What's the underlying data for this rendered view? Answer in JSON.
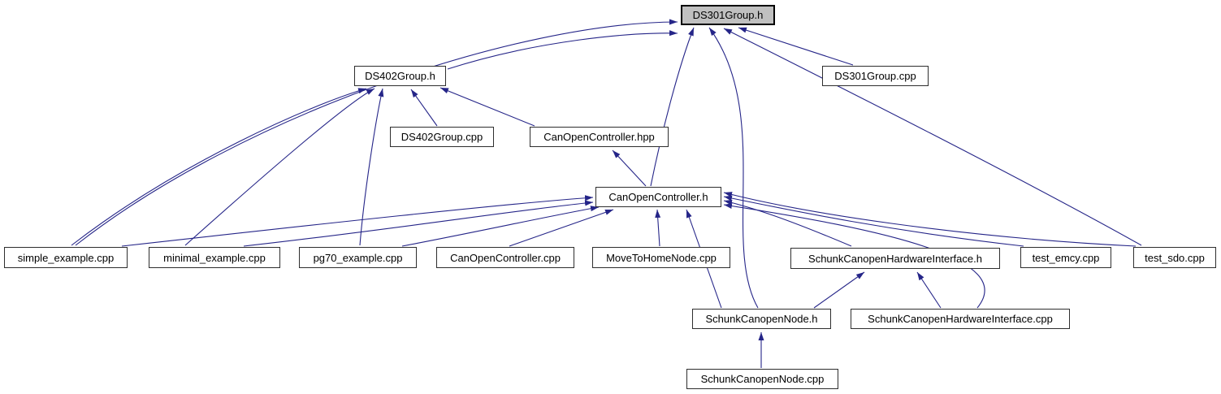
{
  "diagram": {
    "type": "include-dependency-graph",
    "root_file": "DS301Group.h",
    "colors": {
      "edge": "#252588",
      "node_fill": "#ffffff",
      "node_border": "#2e2e2e",
      "root_fill": "#c0c0c0",
      "root_border": "#000000",
      "background": "#ffffff",
      "text": "#000000"
    },
    "nodes": [
      {
        "id": "ds301group_h",
        "label": "DS301Group.h",
        "highlighted": true
      },
      {
        "id": "ds402group_h",
        "label": "DS402Group.h",
        "highlighted": false
      },
      {
        "id": "ds301group_cpp",
        "label": "DS301Group.cpp",
        "highlighted": false
      },
      {
        "id": "ds402group_cpp",
        "label": "DS402Group.cpp",
        "highlighted": false
      },
      {
        "id": "canopencontroller_hpp",
        "label": "CanOpenController.hpp",
        "highlighted": false
      },
      {
        "id": "canopencontroller_h",
        "label": "CanOpenController.h",
        "highlighted": false
      },
      {
        "id": "simple_example_cpp",
        "label": "simple_example.cpp",
        "highlighted": false
      },
      {
        "id": "minimal_example_cpp",
        "label": "minimal_example.cpp",
        "highlighted": false
      },
      {
        "id": "pg70_example_cpp",
        "label": "pg70_example.cpp",
        "highlighted": false
      },
      {
        "id": "canopencontroller_cpp",
        "label": "CanOpenController.cpp",
        "highlighted": false
      },
      {
        "id": "movetohomenode_cpp",
        "label": "MoveToHomeNode.cpp",
        "highlighted": false
      },
      {
        "id": "schunkcanopenhardwareinterface_h",
        "label": "SchunkCanopenHardwareInterface.h",
        "highlighted": false
      },
      {
        "id": "test_emcy_cpp",
        "label": "test_emcy.cpp",
        "highlighted": false
      },
      {
        "id": "test_sdo_cpp",
        "label": "test_sdo.cpp",
        "highlighted": false
      },
      {
        "id": "schunkcanopennode_h",
        "label": "SchunkCanopenNode.h",
        "highlighted": false
      },
      {
        "id": "schunkcanopenhardwareinterface_cpp",
        "label": "SchunkCanopenHardwareInterface.cpp",
        "highlighted": false
      },
      {
        "id": "schunkcanopennode_cpp",
        "label": "SchunkCanopenNode.cpp",
        "highlighted": false
      }
    ],
    "edges": [
      {
        "from": "ds402group_h",
        "to": "ds301group_h"
      },
      {
        "from": "simple_example_cpp",
        "to": "ds301group_h"
      },
      {
        "from": "canopencontroller_h",
        "to": "ds301group_h"
      },
      {
        "from": "schunkcanopennode_h",
        "to": "ds301group_h"
      },
      {
        "from": "test_sdo_cpp",
        "to": "ds301group_h"
      },
      {
        "from": "ds301group_cpp",
        "to": "ds301group_h"
      },
      {
        "from": "simple_example_cpp",
        "to": "ds402group_h"
      },
      {
        "from": "minimal_example_cpp",
        "to": "ds402group_h"
      },
      {
        "from": "pg70_example_cpp",
        "to": "ds402group_h"
      },
      {
        "from": "ds402group_cpp",
        "to": "ds402group_h"
      },
      {
        "from": "canopencontroller_hpp",
        "to": "ds402group_h"
      },
      {
        "from": "canopencontroller_h",
        "to": "canopencontroller_hpp"
      },
      {
        "from": "simple_example_cpp",
        "to": "canopencontroller_h"
      },
      {
        "from": "minimal_example_cpp",
        "to": "canopencontroller_h"
      },
      {
        "from": "pg70_example_cpp",
        "to": "canopencontroller_h"
      },
      {
        "from": "canopencontroller_cpp",
        "to": "canopencontroller_h"
      },
      {
        "from": "movetohomenode_cpp",
        "to": "canopencontroller_h"
      },
      {
        "from": "schunkcanopennode_h",
        "to": "canopencontroller_h"
      },
      {
        "from": "schunkcanopenhardwareinterface_h",
        "to": "canopencontroller_h"
      },
      {
        "from": "schunkcanopenhardwareinterface_cpp",
        "to": "canopencontroller_h"
      },
      {
        "from": "test_emcy_cpp",
        "to": "canopencontroller_h"
      },
      {
        "from": "test_sdo_cpp",
        "to": "canopencontroller_h"
      },
      {
        "from": "schunkcanopennode_h",
        "to": "schunkcanopenhardwareinterface_h"
      },
      {
        "from": "schunkcanopenhardwareinterface_cpp",
        "to": "schunkcanopenhardwareinterface_h"
      },
      {
        "from": "schunkcanopennode_cpp",
        "to": "schunkcanopennode_h"
      }
    ]
  }
}
